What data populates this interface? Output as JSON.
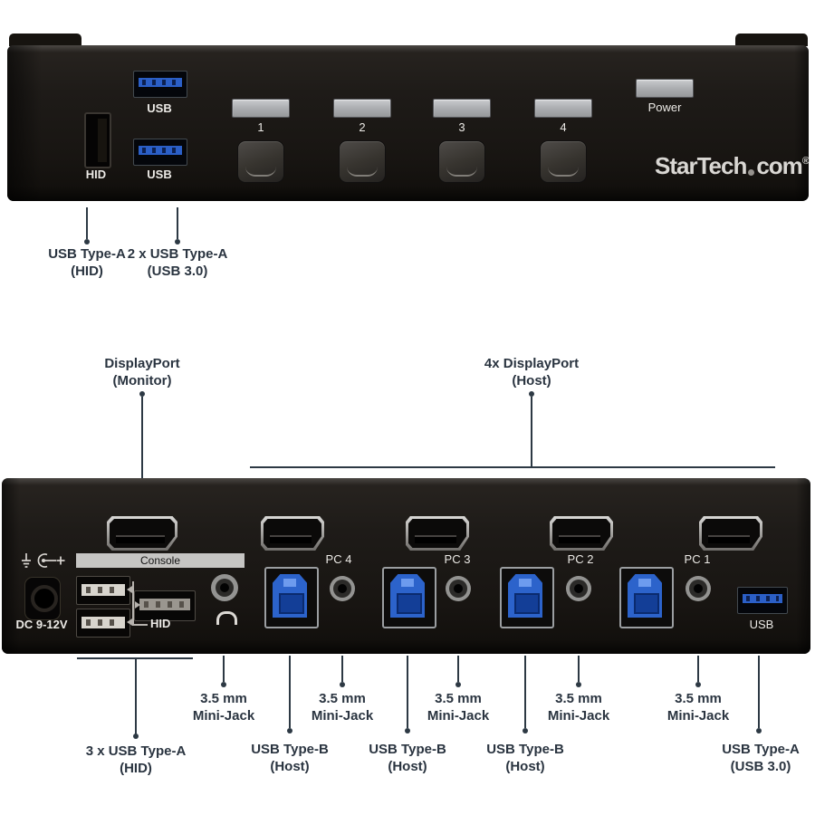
{
  "brand": {
    "prefix": "StarTech",
    "suffix": "com",
    "registered": "®"
  },
  "front_panel": {
    "hid_port_label": "HID",
    "usb_port_labels": [
      "USB",
      "USB"
    ],
    "port_numbers": [
      "1",
      "2",
      "3",
      "4"
    ],
    "power_label": "Power"
  },
  "back_panel": {
    "dc_input_label": "DC 9-12V",
    "console_label": "Console",
    "hid_group_label": "HID",
    "pc_port_labels": [
      "PC 4",
      "PC 3",
      "PC 2",
      "PC 1"
    ],
    "usb3_port_label": "USB"
  },
  "callouts": {
    "front": [
      {
        "line1": "USB Type-A",
        "line2": "(HID)"
      },
      {
        "line1": "2 x USB Type-A",
        "line2": "(USB 3.0)"
      }
    ],
    "rear_top": [
      {
        "line1": "DisplayPort",
        "line2": "(Monitor)"
      },
      {
        "line1": "4x DisplayPort",
        "line2": "(Host)"
      }
    ],
    "rear_bottom_hid": {
      "line1": "3 x USB Type-A",
      "line2": "(HID)"
    },
    "rear_bottom_minijacks": [
      {
        "line1": "3.5 mm",
        "line2": "Mini-Jack"
      },
      {
        "line1": "3.5 mm",
        "line2": "Mini-Jack"
      },
      {
        "line1": "3.5 mm",
        "line2": "Mini-Jack"
      },
      {
        "line1": "3.5 mm",
        "line2": "Mini-Jack"
      },
      {
        "line1": "3.5 mm",
        "line2": "Mini-Jack"
      }
    ],
    "rear_bottom_hosts": [
      {
        "line1": "USB Type-B",
        "line2": "(Host)"
      },
      {
        "line1": "USB Type-B",
        "line2": "(Host)"
      },
      {
        "line1": "USB Type-B",
        "line2": "(Host)"
      }
    ],
    "rear_bottom_usb3": {
      "line1": "USB Type-A",
      "line2": "(USB 3.0)"
    }
  },
  "icons": {
    "headphone": "headphone-icon",
    "dc_polarity": "dc-polarity-icon"
  },
  "colors": {
    "annotation_text": "#2a3440",
    "annotation_line": "#2d3944",
    "device_body": "#1d1a17",
    "usb3_blue": "#2c63cb",
    "led_gray": "#a9abae"
  }
}
